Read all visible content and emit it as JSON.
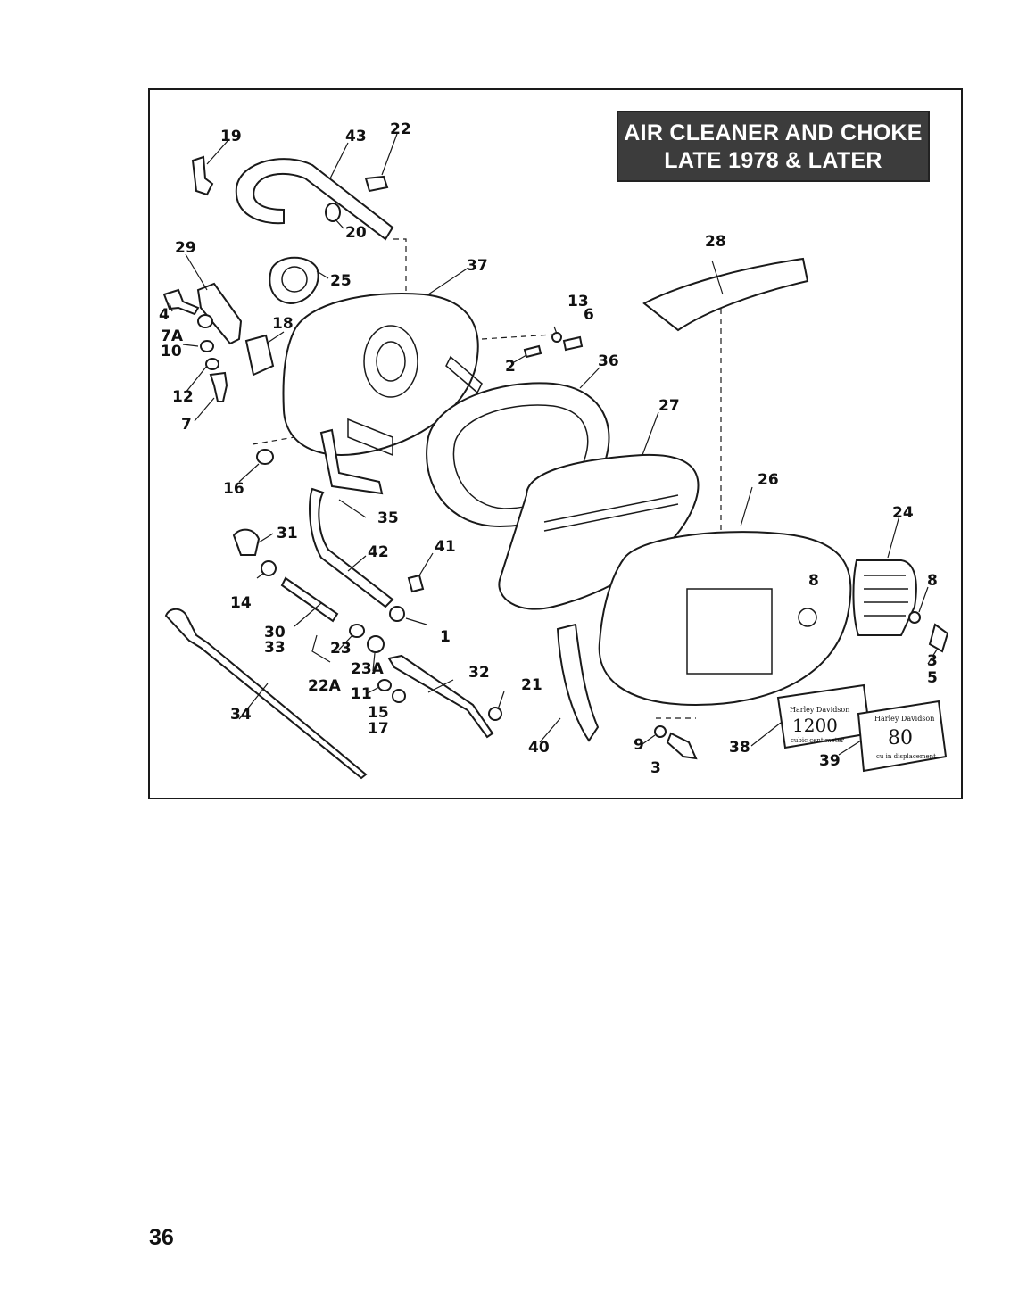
{
  "title": {
    "line1": "AIR CLEANER AND CHOKE",
    "line2": "LATE 1978 & LATER"
  },
  "page_number": "36",
  "callouts": [
    "19",
    "43",
    "22",
    "20",
    "29",
    "25",
    "37",
    "4",
    "7A",
    "10",
    "18",
    "12",
    "7",
    "28",
    "13",
    "6",
    "2",
    "36",
    "27",
    "16",
    "26",
    "35",
    "31",
    "42",
    "41",
    "24",
    "8",
    "8",
    "14",
    "30",
    "33",
    "23",
    "23A",
    "22A",
    "11",
    "1",
    "32",
    "21",
    "3",
    "5",
    "34",
    "15",
    "17",
    "40",
    "9",
    "3",
    "38",
    "39"
  ],
  "plates": {
    "plate_1200": {
      "brand": "Harley Davidson",
      "number": "1200",
      "unit": "cubic centimeter"
    },
    "plate_80": {
      "brand": "Harley Davidson",
      "number": "80",
      "unit": "cu in displacement"
    }
  }
}
